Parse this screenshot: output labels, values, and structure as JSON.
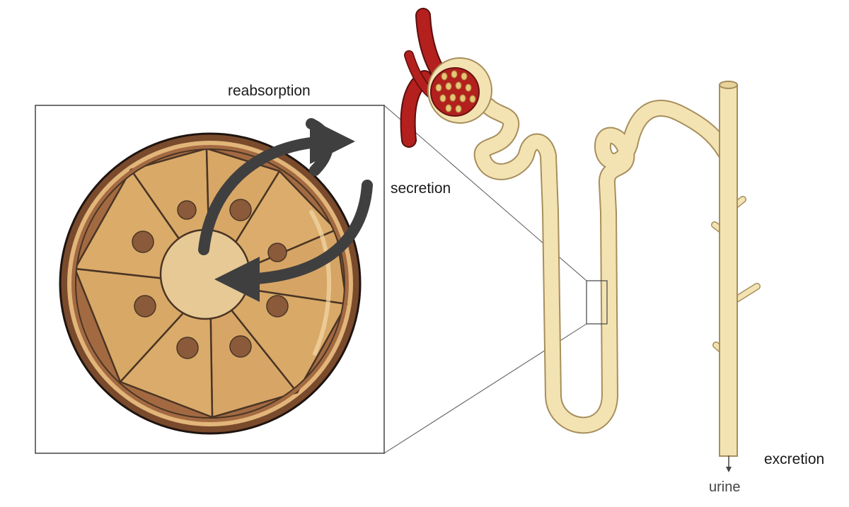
{
  "labels": {
    "reabsorption": "reabsorption",
    "secretion": "secretion",
    "excretion": "excretion",
    "urine": "urine"
  },
  "colors": {
    "tubule_fill": "#f3e3b3",
    "tubule_outline": "#a88e5c",
    "vessel_red": "#b3201e",
    "cell_fill": "#d9a968",
    "cell_outline": "#4a3524",
    "nucleus": "#8a5a3a",
    "lumen": "#e6c995",
    "arrow": "#3f3f3f",
    "wall_dark": "#6b4226"
  }
}
